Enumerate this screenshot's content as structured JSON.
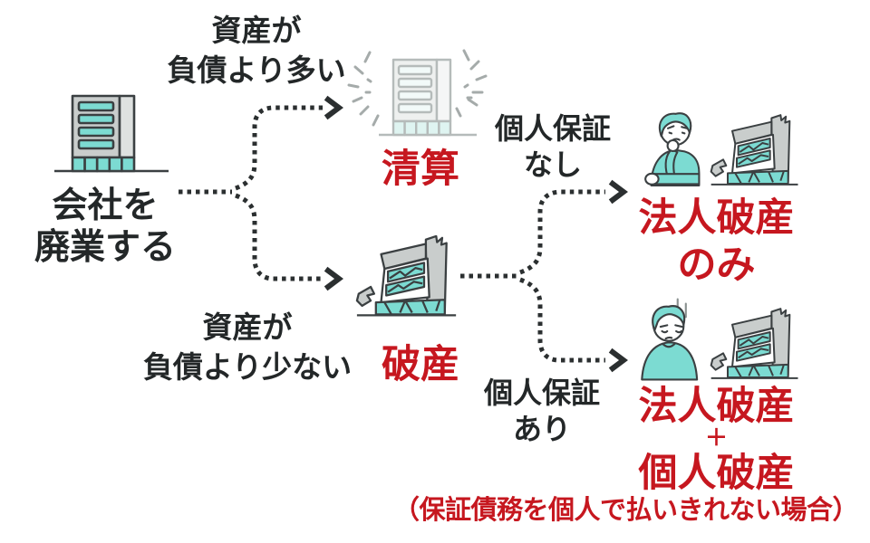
{
  "diagram": {
    "title_context": "会社廃業の分岐図",
    "root": {
      "label": "会社を\n廃業する",
      "icon": "office-building-icon"
    },
    "fork_assets": {
      "top": {
        "condition": "資産が\n負債より多い",
        "outcome": "清算",
        "icon": "sparkling-building-icon"
      },
      "bottom": {
        "condition": "資産が\n負債より少ない",
        "outcome": "破産",
        "icon": "collapsed-building-icon"
      }
    },
    "fork_guarantee": {
      "top": {
        "condition": "個人保証\nなし",
        "outcome": "法人破産\nのみ",
        "icon": "thinking-person-collapsed-building-icon"
      },
      "bottom": {
        "condition": "個人保証\nあり",
        "outcome_corporate": "法人破産",
        "outcome_plus": "＋",
        "outcome_personal": "個人破産",
        "note": "（保証債務を個人で払いきれない場合）",
        "icon": "sad-person-collapsed-building-icon"
      }
    },
    "colors": {
      "red": "#C6171F",
      "black": "#232728",
      "teal": "#7CDBD2",
      "building_gray": "#C9CDCC"
    }
  }
}
